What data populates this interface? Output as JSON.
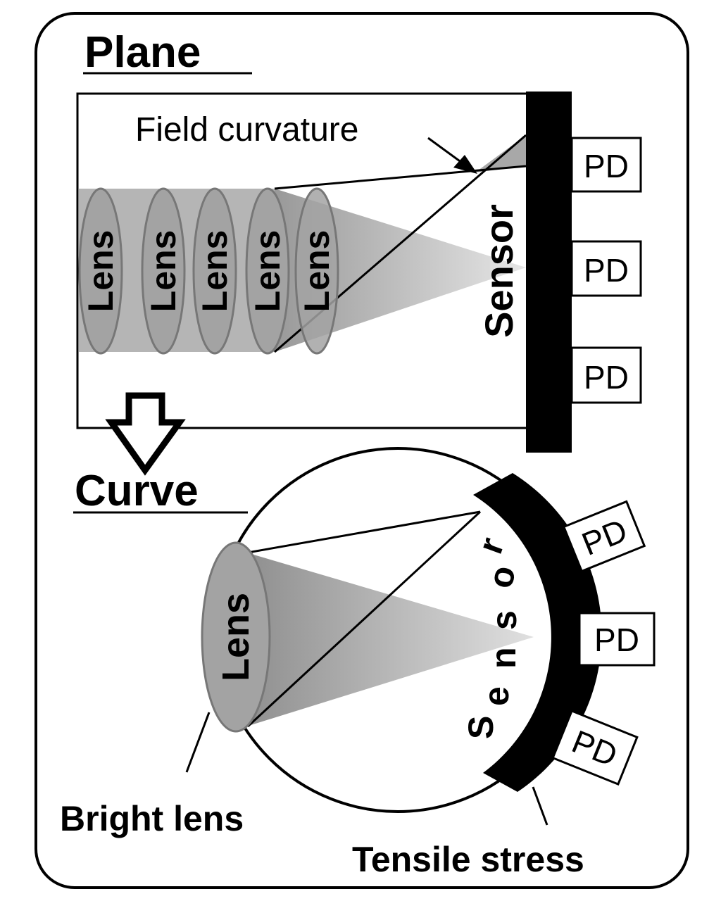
{
  "plane": {
    "title": "Plane",
    "field_curvature_label": "Field curvature",
    "lens_labels": [
      "Lens",
      "Lens",
      "Lens",
      "Lens",
      "Lens"
    ],
    "sensor_label": "Sensor",
    "pd_labels": [
      "PD",
      "PD",
      "PD"
    ]
  },
  "curve": {
    "title": "Curve",
    "lens_label": "Lens",
    "sensor_letters": [
      "S",
      "e",
      "n",
      "s",
      "o",
      "r"
    ],
    "pd_labels": [
      "PD",
      "PD",
      "PD"
    ],
    "bright_lens_label": "Bright lens",
    "tensile_stress_label": "Tensile stress"
  },
  "colors": {
    "lens_fill": "#a3a3a3",
    "lens_stroke": "#777777",
    "beam": "#b8b8b8",
    "ink": "#000000"
  }
}
